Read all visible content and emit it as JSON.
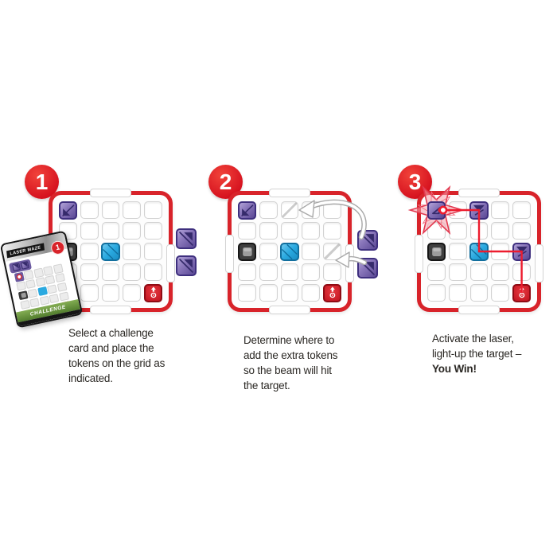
{
  "colors": {
    "board_red": "#d8232a",
    "beam_red": "#ed1c2e",
    "badge_red": "#d6121f",
    "mirror_purple": "#7b68ab",
    "mirror_purple_dark": "#352a6b",
    "splitter_blue": "#2aa9e0",
    "blocker_gray": "#3f3f3f",
    "card_green": "#5c8b39"
  },
  "steps": [
    {
      "number": "1",
      "caption_lines": [
        "Select a challenge",
        "card and place the",
        "tokens on the grid as",
        "indicated."
      ]
    },
    {
      "number": "2",
      "caption_lines": [
        "Determine where to",
        "add the extra tokens",
        "so the beam will hit",
        "the target."
      ]
    },
    {
      "number": "3",
      "caption_lines": [
        "Activate the laser,",
        "light-up the target –",
        "You Win!"
      ]
    }
  ],
  "boards": [
    {
      "id": "1",
      "tokens": [
        {
          "row": 1,
          "col": 1,
          "kind": "mirror-corner"
        },
        {
          "row": 3,
          "col": 1,
          "kind": "blocker"
        },
        {
          "row": 3,
          "col": 3,
          "kind": "splitter"
        },
        {
          "row": 5,
          "col": 5,
          "kind": "laser"
        }
      ],
      "hints": [],
      "beam": null,
      "burst": null
    },
    {
      "id": "2",
      "tokens": [
        {
          "row": 1,
          "col": 1,
          "kind": "mirror-corner"
        },
        {
          "row": 3,
          "col": 1,
          "kind": "blocker"
        },
        {
          "row": 3,
          "col": 3,
          "kind": "splitter"
        },
        {
          "row": 5,
          "col": 5,
          "kind": "laser"
        }
      ],
      "hints": [
        [
          1,
          3
        ],
        [
          3,
          5
        ]
      ],
      "beam": null,
      "burst": null
    },
    {
      "id": "3",
      "tokens": [
        {
          "row": 1,
          "col": 1,
          "kind": "target-lit"
        },
        {
          "row": 1,
          "col": 3,
          "kind": "mirror-v"
        },
        {
          "row": 3,
          "col": 1,
          "kind": "blocker"
        },
        {
          "row": 3,
          "col": 3,
          "kind": "splitter"
        },
        {
          "row": 3,
          "col": 5,
          "kind": "mirror-v"
        },
        {
          "row": 5,
          "col": 5,
          "kind": "laser"
        }
      ],
      "hints": [],
      "beam": [
        [
          5,
          5
        ],
        [
          3,
          5
        ],
        [
          3,
          3
        ],
        [
          1,
          3
        ],
        [
          1,
          1
        ]
      ],
      "burst": [
        1,
        1
      ]
    }
  ],
  "spare_tokens": [
    {
      "panel": "1",
      "kinds": [
        "mirror-diag",
        "mirror-diag"
      ]
    },
    {
      "panel": "2",
      "kinds": [
        "mirror-diag",
        "mirror-diag"
      ]
    }
  ],
  "card": {
    "brand": "LASER MAZE",
    "challenge_number": "1",
    "banner": "CHALLENGE",
    "grid_tokens": [
      {
        "row": 1,
        "col": 1,
        "kind": "card-target"
      },
      {
        "row": 3,
        "col": 1,
        "kind": "card-blocker"
      },
      {
        "row": 3,
        "col": 3,
        "kind": "card-splitter"
      },
      {
        "row": 5,
        "col": 5,
        "kind": "card-laser"
      }
    ]
  }
}
